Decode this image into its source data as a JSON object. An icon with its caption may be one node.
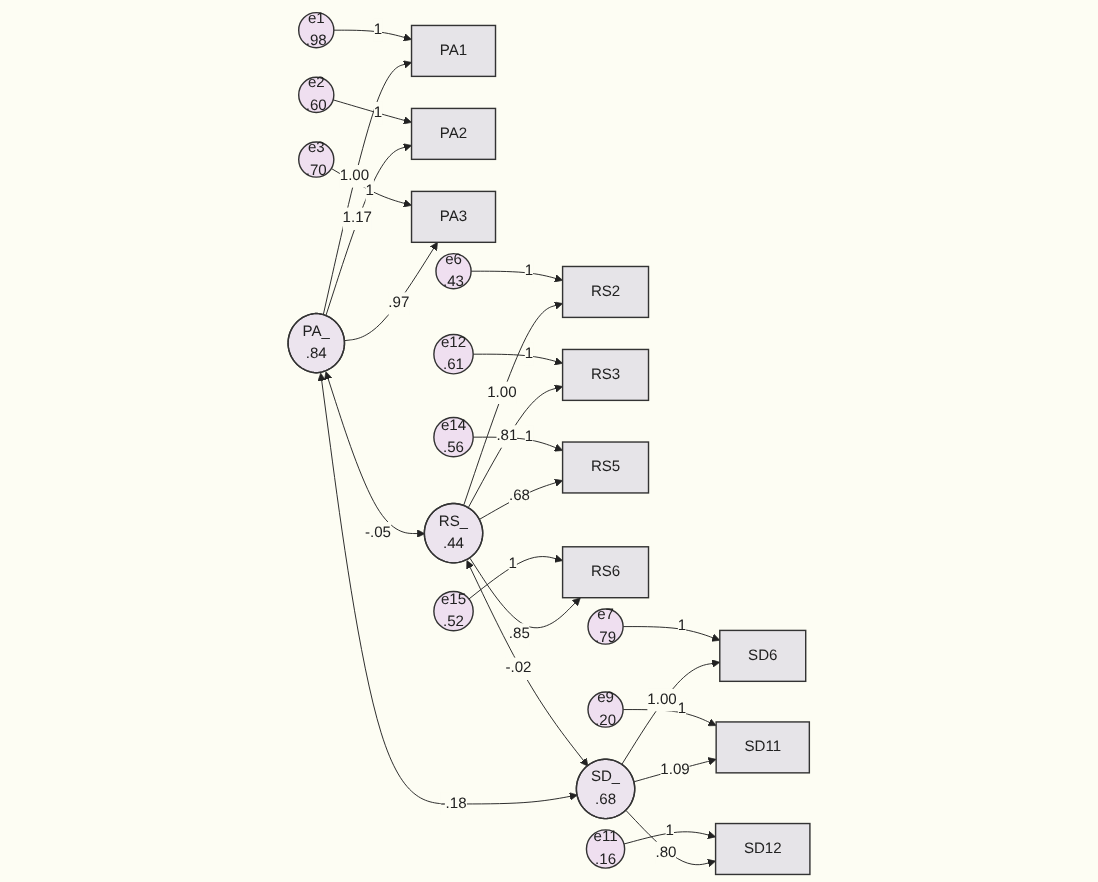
{
  "diagram": {
    "nodes": [
      {
        "text": [
          "PA_",
          ".84"
        ]
      },
      {
        "text": [
          "PA1"
        ]
      },
      {
        "text": [
          "PA2"
        ]
      },
      {
        "text": [
          "PA3"
        ]
      },
      {
        "text": [
          "e1",
          ".98"
        ]
      },
      {
        "text": [
          "e2",
          ".60"
        ]
      },
      {
        "text": [
          "e3",
          ".70"
        ]
      },
      {
        "text": [
          "RS_",
          ".44"
        ]
      },
      {
        "text": [
          "RS2"
        ]
      },
      {
        "text": [
          "RS3"
        ]
      },
      {
        "text": [
          "RS5"
        ]
      },
      {
        "text": [
          "RS6"
        ]
      },
      {
        "text": [
          "e6",
          ".43"
        ]
      },
      {
        "text": [
          "e12",
          ".61"
        ]
      },
      {
        "text": [
          "e14",
          ".56"
        ]
      },
      {
        "text": [
          "e15",
          ".52"
        ]
      },
      {
        "text": [
          "SD_",
          ".68"
        ]
      },
      {
        "text": [
          "SD6"
        ]
      },
      {
        "text": [
          "SD11"
        ]
      },
      {
        "text": [
          "SD12"
        ]
      },
      {
        "text": [
          "e7",
          ".79"
        ]
      },
      {
        "text": [
          "e9",
          ".20"
        ]
      },
      {
        "text": [
          "e11",
          ".16"
        ]
      }
    ],
    "edges": [
      {
        "from": 0,
        "to": 1,
        "arrow": "to",
        "label": "1.00"
      },
      {
        "from": 0,
        "to": 2,
        "arrow": "to",
        "label": "1.17"
      },
      {
        "from": 0,
        "to": 3,
        "arrow": "to",
        "label": ".97"
      },
      {
        "from": 4,
        "to": 1,
        "arrow": "to",
        "label": "1"
      },
      {
        "from": 5,
        "to": 2,
        "arrow": "to",
        "label": "1"
      },
      {
        "from": 6,
        "to": 3,
        "arrow": "to",
        "label": "1"
      },
      {
        "from": 0,
        "to": 7,
        "arrow": "both",
        "label": "-.05"
      },
      {
        "from": 0,
        "to": 16,
        "arrow": "both",
        "label": "-.18"
      },
      {
        "from": 7,
        "to": 8,
        "arrow": "to",
        "label": "1.00"
      },
      {
        "from": 7,
        "to": 9,
        "arrow": "to",
        "label": ".81"
      },
      {
        "from": 7,
        "to": 10,
        "arrow": "to",
        "label": ".68"
      },
      {
        "from": 7,
        "to": 11,
        "arrow": "to",
        "label": ".85"
      },
      {
        "from": 12,
        "to": 8,
        "arrow": "to",
        "label": "1"
      },
      {
        "from": 13,
        "to": 9,
        "arrow": "to",
        "label": "1"
      },
      {
        "from": 14,
        "to": 10,
        "arrow": "to",
        "label": "1"
      },
      {
        "from": 15,
        "to": 11,
        "arrow": "to",
        "label": "1"
      },
      {
        "from": 7,
        "to": 16,
        "arrow": "both",
        "label": "-.02"
      },
      {
        "from": 16,
        "to": 17,
        "arrow": "to",
        "label": "1.00"
      },
      {
        "from": 16,
        "to": 18,
        "arrow": "to",
        "label": "1.09"
      },
      {
        "from": 16,
        "to": 19,
        "arrow": "to",
        "label": ".80"
      },
      {
        "from": 20,
        "to": 17,
        "arrow": "to",
        "label": "1"
      },
      {
        "from": 21,
        "to": 18,
        "arrow": "to",
        "label": "1"
      },
      {
        "from": 22,
        "to": 19,
        "arrow": "to",
        "label": "1"
      }
    ]
  }
}
